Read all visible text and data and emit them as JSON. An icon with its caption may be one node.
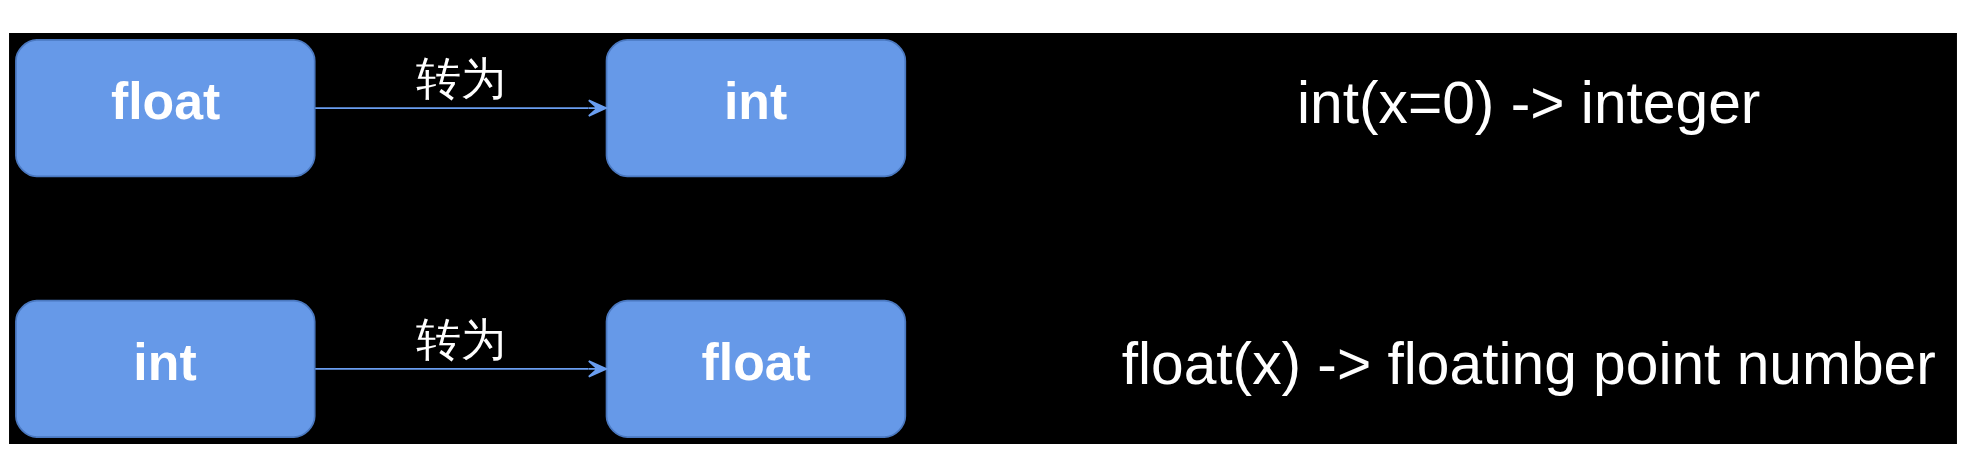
{
  "diagram": {
    "nodes": [
      {
        "text": [
          "int"
        ]
      },
      {
        "text": [
          "float"
        ]
      },
      {
        "text": [
          "float"
        ]
      },
      {
        "text": [
          "int"
        ]
      }
    ],
    "edges": [
      {
        "from": 0,
        "to": 1,
        "arrow": "to",
        "label": "转为"
      },
      {
        "from": 2,
        "to": 3,
        "arrow": "to",
        "label": "转为"
      }
    ],
    "labels": [
      "float(x) -> floating point number",
      "int(x=0) -> integer"
    ]
  }
}
